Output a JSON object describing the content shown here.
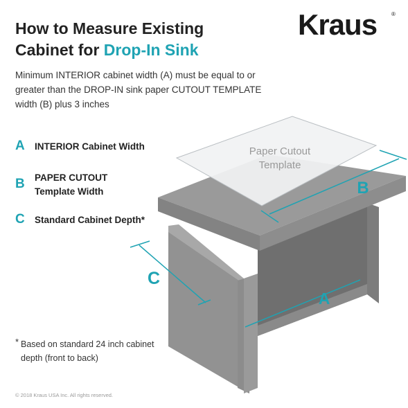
{
  "header": {
    "title_line1": "How to Measure Existing",
    "title_line2_prefix": "Cabinet for ",
    "title_line2_accent": "Drop-In Sink"
  },
  "brand": {
    "logo_text": "Kraus",
    "registered": "®"
  },
  "intro_text": "Minimum INTERIOR cabinet width (A) must be equal to or greater than the DROP-IN sink paper CUTOUT TEMPLATE width (B) plus 3 inches",
  "legend": [
    {
      "letter": "A",
      "label": "INTERIOR Cabinet Width"
    },
    {
      "letter": "B",
      "label": "PAPER CUTOUT Template Width"
    },
    {
      "letter": "C",
      "label": "Standard Cabinet Depth*"
    }
  ],
  "diagram": {
    "paper_label_line1": "Paper Cutout",
    "paper_label_line2": "Template",
    "label_a": "A",
    "label_b": "B",
    "label_c": "C"
  },
  "footnote": {
    "star": "*",
    "text": "Based on standard 24 inch cabinet depth (front to back)"
  },
  "copyright": "© 2018 Kraus USA Inc. All rights reserved.",
  "colors": {
    "accent": "#1fa3b3",
    "cabinet": "#8c8c8c",
    "countertop": "#9a9a9a"
  }
}
